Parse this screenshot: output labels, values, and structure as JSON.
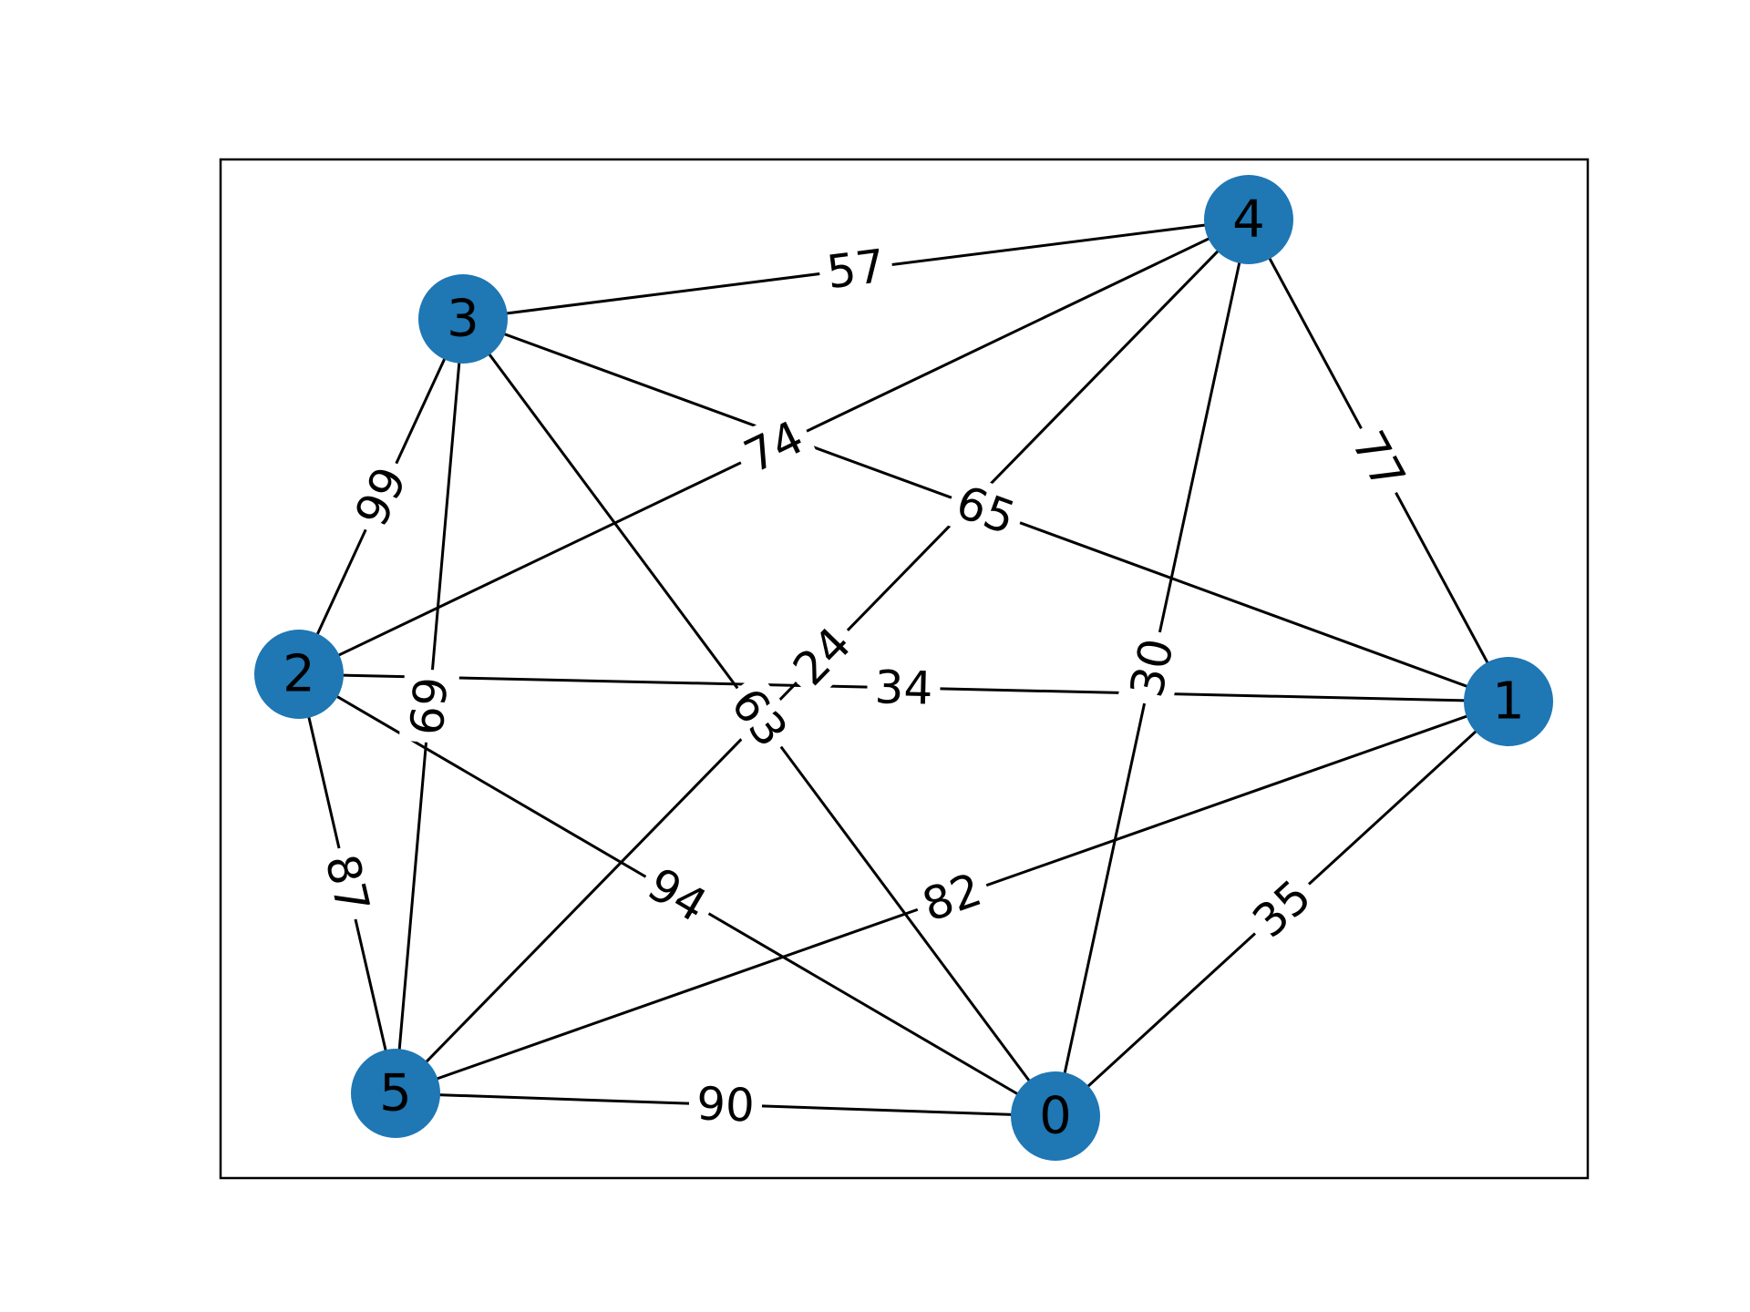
{
  "graph": {
    "node_color": "#1f77b4",
    "edge_color": "#000000",
    "frame": true,
    "nodes": [
      {
        "id": "0",
        "label": "0"
      },
      {
        "id": "1",
        "label": "1"
      },
      {
        "id": "2",
        "label": "2"
      },
      {
        "id": "3",
        "label": "3"
      },
      {
        "id": "4",
        "label": "4"
      },
      {
        "id": "5",
        "label": "5"
      }
    ],
    "edges": [
      {
        "source": "3",
        "target": "4",
        "weight": "57"
      },
      {
        "source": "2",
        "target": "4",
        "weight": "74"
      },
      {
        "source": "3",
        "target": "1",
        "weight": "65"
      },
      {
        "source": "4",
        "target": "1",
        "weight": "77"
      },
      {
        "source": "3",
        "target": "2",
        "weight": "99"
      },
      {
        "source": "3",
        "target": "5",
        "weight": "69"
      },
      {
        "source": "3",
        "target": "0",
        "weight": "63"
      },
      {
        "source": "4",
        "target": "5",
        "weight": "24"
      },
      {
        "source": "2",
        "target": "1",
        "weight": "34"
      },
      {
        "source": "4",
        "target": "0",
        "weight": "30"
      },
      {
        "source": "2",
        "target": "5",
        "weight": "87"
      },
      {
        "source": "2",
        "target": "0",
        "weight": "94"
      },
      {
        "source": "5",
        "target": "1",
        "weight": "82"
      },
      {
        "source": "0",
        "target": "1",
        "weight": "35"
      },
      {
        "source": "5",
        "target": "0",
        "weight": "90"
      }
    ]
  }
}
